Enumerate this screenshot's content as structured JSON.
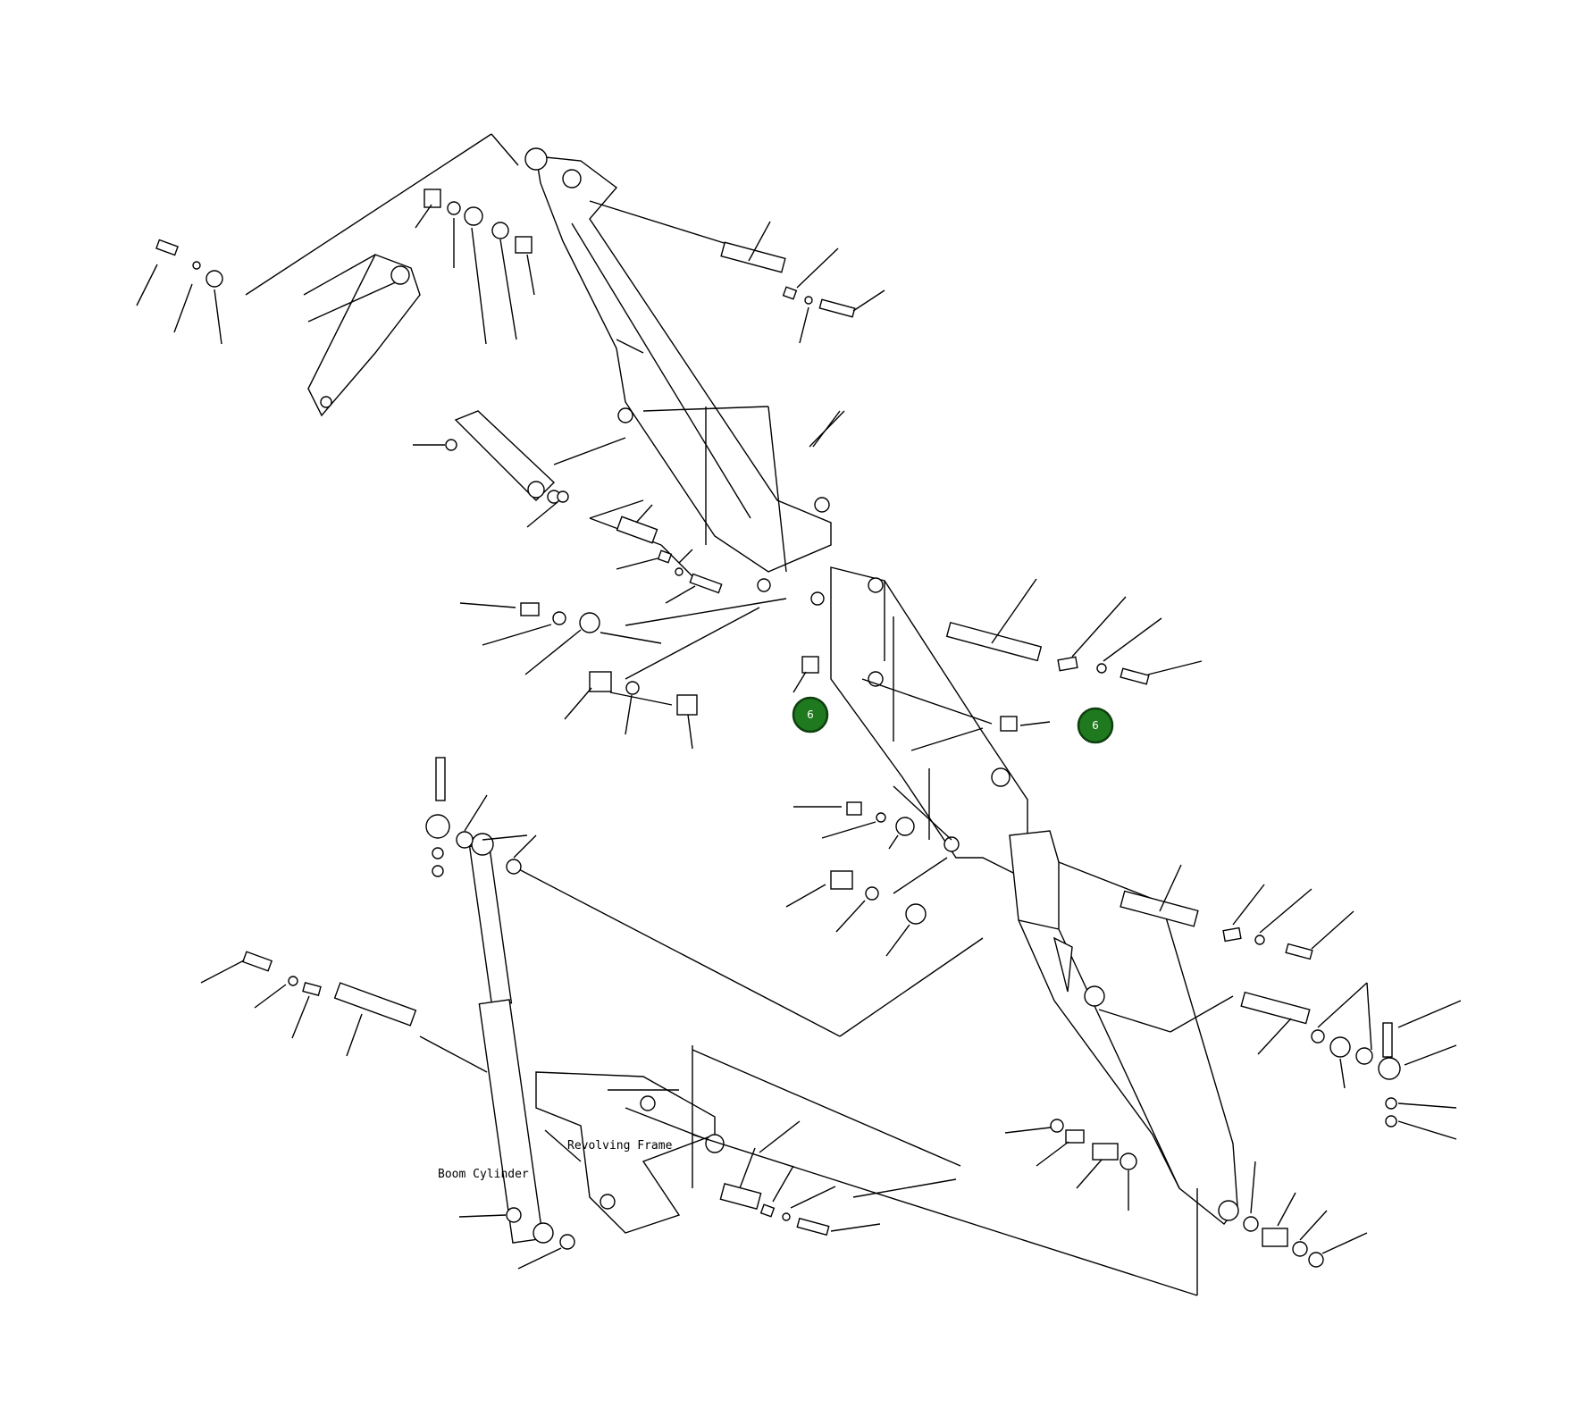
{
  "labels": {
    "boom_cylinder": "Boom  Cylinder",
    "revolving_frame": "Revolving  Frame"
  },
  "callouts": [
    {
      "number": "6"
    },
    {
      "number": "6"
    }
  ],
  "colors": {
    "line": "#000000",
    "callout_fill": "#1f7a1f",
    "callout_text": "#ffffff",
    "background": "#ffffff"
  }
}
